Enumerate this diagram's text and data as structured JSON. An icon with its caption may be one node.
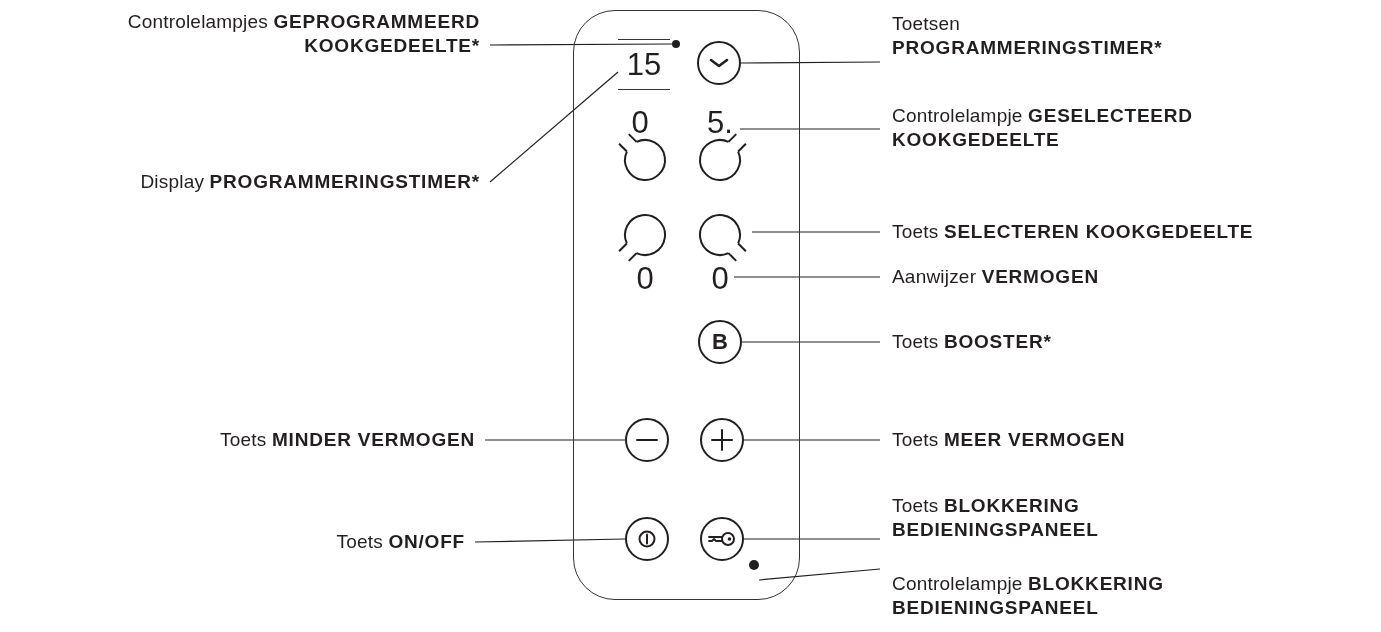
{
  "diagram": {
    "nodes": [
      {
        "text": [
          "Controlelampjes",
          "GEPROGRAMMEERD KOOKGEDEELTE*"
        ]
      },
      {
        "text": [
          "Display",
          "PROGRAMMERINGSTIMER*"
        ]
      },
      {
        "text": [
          "Toets",
          "MINDER VERMOGEN"
        ]
      },
      {
        "text": [
          "Toets",
          "ON/OFF"
        ]
      },
      {
        "text": [
          "Toetsen",
          "PROGRAMMERINGSTIMER*"
        ]
      },
      {
        "text": [
          "Controlelampje",
          "GESELECTEERD KOOKGEDEELTE"
        ]
      },
      {
        "text": [
          "Toets",
          "SELECTEREN KOOKGEDEELTE"
        ]
      },
      {
        "text": [
          "Aanwijzer",
          "VERMOGEN"
        ]
      },
      {
        "text": [
          "Toets",
          "BOOSTER*"
        ]
      },
      {
        "text": [
          "Toets",
          "MEER VERMOGEN"
        ]
      },
      {
        "text": [
          "Toets",
          "BLOKKERING BEDIENINGSPANEEL"
        ]
      },
      {
        "text": [
          "Controlelampje",
          "BLOKKERING BEDIENINGSPANEEL"
        ]
      },
      {
        "text": [],
        "shape": "circle"
      },
      {
        "text": [
          "15"
        ]
      },
      {
        "text": [],
        "shape": "circle"
      },
      {
        "text": [
          "5."
        ]
      },
      {
        "text": [],
        "shape": "circle"
      },
      {
        "text": [
          "0"
        ]
      },
      {
        "text": [
          "B"
        ]
      },
      {
        "text": [],
        "shape": "circle"
      },
      {
        "text": [],
        "shape": "circle"
      },
      {
        "text": [],
        "shape": "circle"
      },
      {
        "text": [],
        "shape": "circle"
      },
      {
        "text": [],
        "shape": "circle"
      }
    ],
    "edges": [
      {
        "from": 0,
        "to": 12,
        "arrow": "none"
      },
      {
        "from": 1,
        "to": 13,
        "arrow": "none"
      },
      {
        "from": 2,
        "to": 19,
        "arrow": "none"
      },
      {
        "from": 3,
        "to": 21,
        "arrow": "none"
      },
      {
        "from": 4,
        "to": 14,
        "arrow": "none"
      },
      {
        "from": 5,
        "to": 15,
        "arrow": "none"
      },
      {
        "from": 6,
        "to": 16,
        "arrow": "none"
      },
      {
        "from": 7,
        "to": 17,
        "arrow": "none"
      },
      {
        "from": 8,
        "to": 18,
        "arrow": "none"
      },
      {
        "from": 9,
        "to": 20,
        "arrow": "none"
      },
      {
        "from": 10,
        "to": 22,
        "arrow": "none"
      },
      {
        "from": 11,
        "to": 23,
        "arrow": "none"
      }
    ],
    "labels": [
      "0",
      "0"
    ]
  }
}
